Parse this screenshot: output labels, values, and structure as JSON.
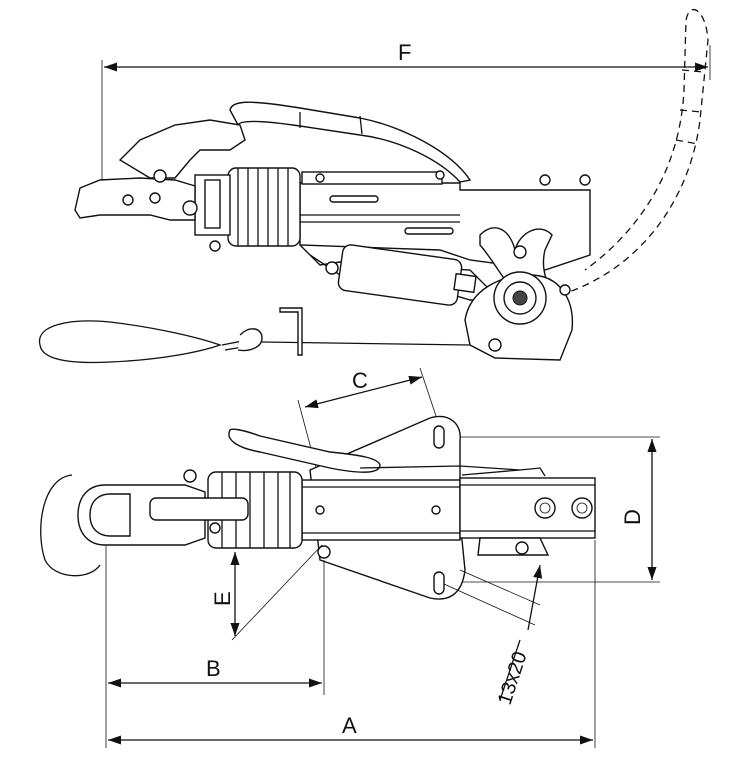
{
  "dimensions": {
    "A": "A",
    "B": "B",
    "C": "C",
    "D": "D",
    "E": "E",
    "F": "F",
    "slot": "13x20"
  },
  "colors": {
    "line": "#111111",
    "background": "#ffffff"
  }
}
